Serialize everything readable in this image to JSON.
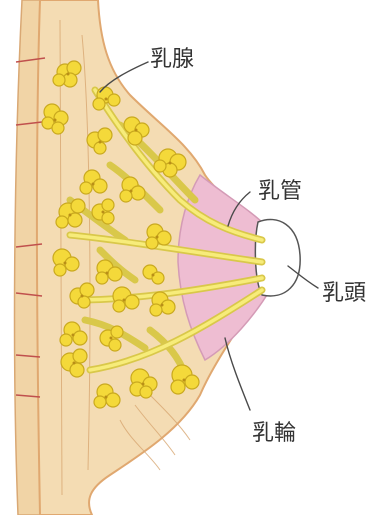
{
  "labels": {
    "gland": "乳腺",
    "duct": "乳管",
    "nipple": "乳頭",
    "areola": "乳輪"
  },
  "colors": {
    "skin": "#f3d9ae",
    "skin_edge": "#e6b77f",
    "chest_wall": "#f0cfa0",
    "areola": "#eebdd2",
    "nipple": "#ffffff",
    "gland": "#f4d93a",
    "gland_outline": "#c9a91e",
    "duct": "#f7ec7a",
    "vessel": "#c0504d"
  }
}
